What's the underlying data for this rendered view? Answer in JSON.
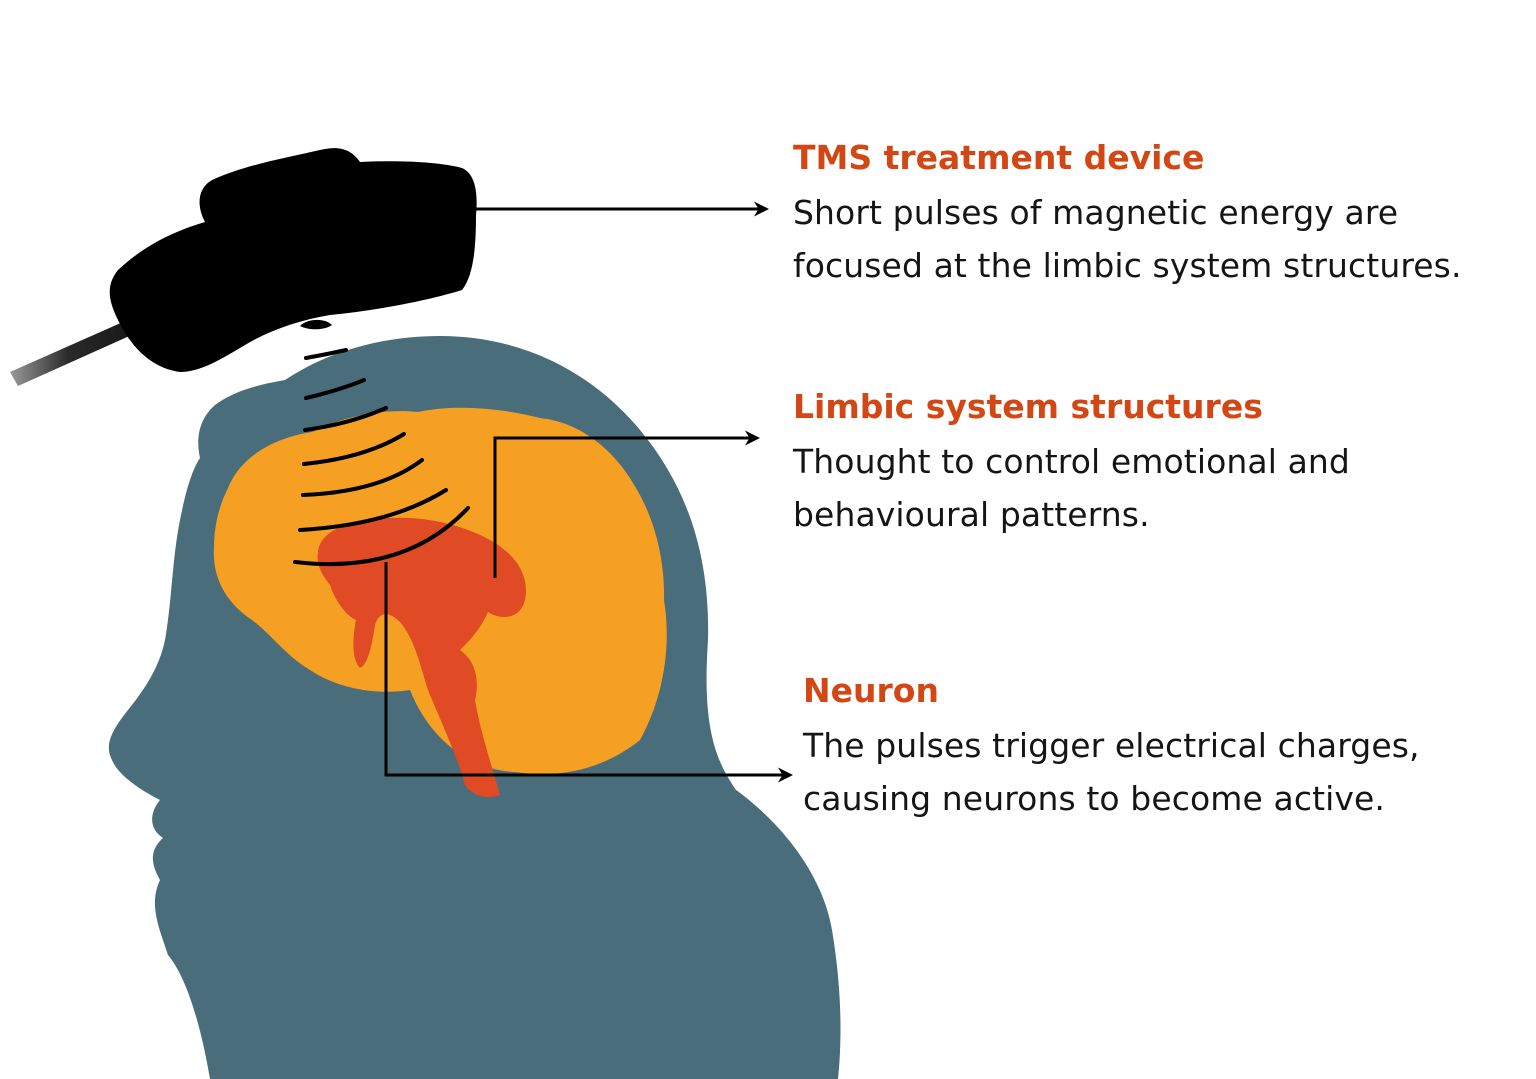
{
  "colors": {
    "background": "#ffffff",
    "head": "#4a6d7c",
    "brain": "#f6a023",
    "limbic": "#e04b25",
    "device": "#000000",
    "title_accent": "#d24713",
    "body_text": "#151515",
    "lines": "#000000"
  },
  "callouts": {
    "device": {
      "title": "TMS treatment device",
      "line1": "Short pulses of magnetic energy are",
      "line2": "focused at the limbic system structures."
    },
    "limbic": {
      "title": "Limbic system structures",
      "line1": "Thought to control emotional and",
      "line2": "behavioural patterns."
    },
    "neuron": {
      "title": "Neuron",
      "line1": "The pulses trigger electrical charges,",
      "line2": "causing neurons to become active."
    }
  }
}
